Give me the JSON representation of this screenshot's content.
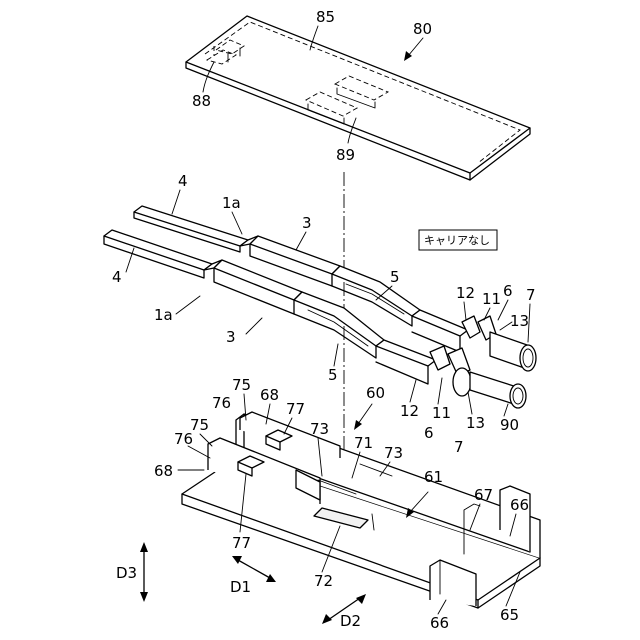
{
  "note": "キャリアなし",
  "labels": {
    "l80": "80",
    "l85": "85",
    "l88": "88",
    "l89": "89",
    "l4a": "4",
    "l4b": "4",
    "l1a_top": "1a",
    "l1a_bot": "1a",
    "l3a": "3",
    "l3b": "3",
    "l5a": "5",
    "l5b": "5",
    "l12a": "12",
    "l11a": "11",
    "l6a": "6",
    "l7a": "7",
    "l13a": "13",
    "l12b": "12",
    "l11b": "11",
    "l6b": "6",
    "l7b": "7",
    "l13b": "13",
    "l90": "90",
    "l60": "60",
    "l75a": "75",
    "l68a": "68",
    "l76a": "76",
    "l77a": "77",
    "l75b": "75",
    "l73a": "73",
    "l76b": "76",
    "l71": "71",
    "l73b": "73",
    "l68b": "68",
    "l61": "61",
    "l67": "67",
    "l66a": "66",
    "l77b": "77",
    "l72": "72",
    "l66b": "66",
    "l65": "65",
    "d3": "D3",
    "d1": "D1",
    "d2": "D2"
  }
}
